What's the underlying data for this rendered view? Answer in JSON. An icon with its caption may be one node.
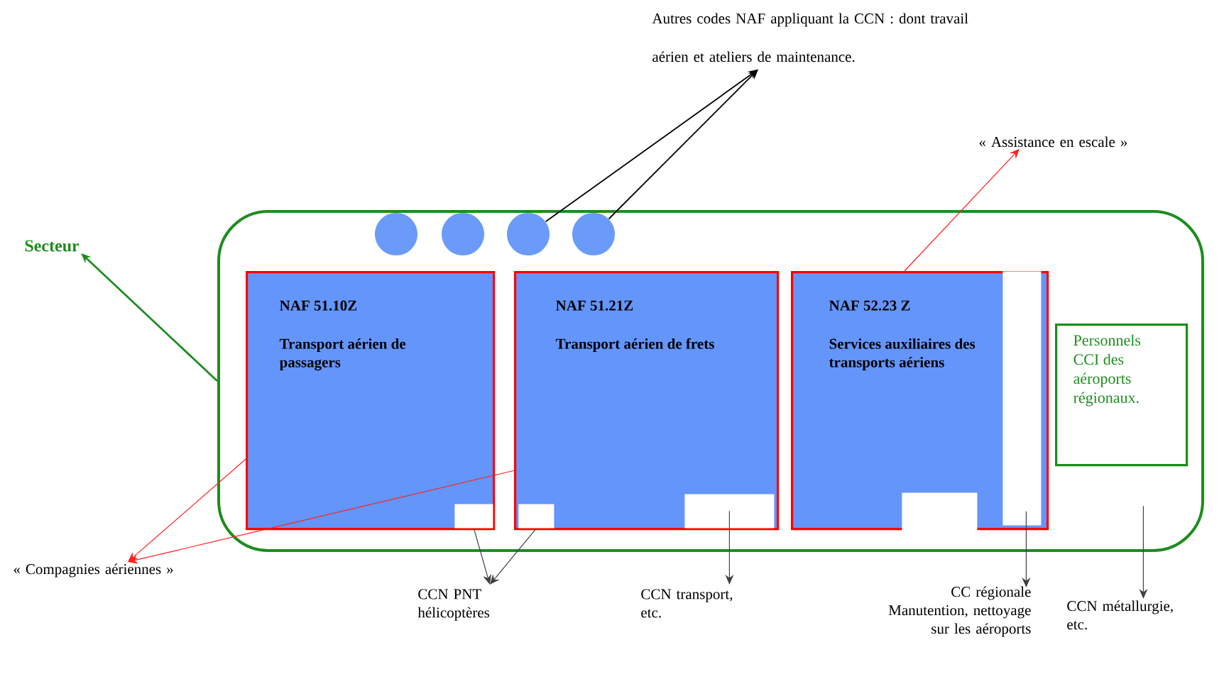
{
  "diagram": {
    "nodes": [
      {
        "text": [],
        "shape": "box"
      },
      {
        "text": [
          "Secteur"
        ]
      },
      {
        "text": [
          "NAF 51.10Z",
          "Transport aérien de passagers"
        ],
        "in": 0
      },
      {
        "text": [
          "NAF 51.21Z",
          "Transport aérien de frets"
        ],
        "in": 0
      },
      {
        "text": [
          "NAF 52.23 Z",
          "Services auxiliaires des transports aériens"
        ],
        "in": 0
      },
      {
        "text": [
          "Personnels CCI des aéroports régionaux."
        ],
        "in": 0
      },
      {
        "text": [],
        "shape": "circle",
        "in": 0
      },
      {
        "text": [],
        "shape": "circle",
        "in": 0
      },
      {
        "text": [],
        "shape": "circle",
        "in": 0
      },
      {
        "text": [],
        "shape": "circle",
        "in": 0
      },
      {
        "text": [],
        "shape": "box",
        "in": 2
      },
      {
        "text": [],
        "shape": "box",
        "in": 3
      },
      {
        "text": [],
        "shape": "box",
        "in": 3
      },
      {
        "text": [],
        "shape": "box",
        "in": 4
      },
      {
        "text": [],
        "shape": "bar",
        "in": 4
      },
      {
        "text": [
          "Autres codes NAF appliquant la CCN : dont travail aérien et ateliers de maintenance."
        ]
      },
      {
        "text": [
          "« Assistance en escale »"
        ]
      },
      {
        "text": [
          "« Compagnies aériennes »"
        ]
      },
      {
        "text": [
          "CCN PNT hélicoptères"
        ]
      },
      {
        "text": [
          "CCN transport, etc."
        ]
      },
      {
        "text": [
          "CC régionale Manutention, nettoyage sur les aéroports"
        ]
      },
      {
        "text": [
          "CCN métallurgie, etc."
        ]
      }
    ],
    "edges": [
      {
        "from": 0,
        "to": 1,
        "arrow": "to",
        "color": "#1e8c1e"
      },
      {
        "from": 8,
        "to": 15,
        "arrow": "to"
      },
      {
        "from": 9,
        "to": 15,
        "arrow": "to"
      },
      {
        "from": 4,
        "to": 16,
        "arrow": "to",
        "color": "#ff2020"
      },
      {
        "from": 2,
        "to": 17,
        "arrow": "to",
        "color": "#ff2020"
      },
      {
        "from": 3,
        "to": 17,
        "arrow": "to",
        "color": "#ff2020"
      },
      {
        "from": 10,
        "to": 18,
        "arrow": "to"
      },
      {
        "from": 11,
        "to": 18,
        "arrow": "to"
      },
      {
        "from": 12,
        "to": 19,
        "arrow": "to"
      },
      {
        "from": 14,
        "to": 20,
        "arrow": "to"
      },
      {
        "from": 5,
        "to": 21,
        "arrow": "to"
      }
    ]
  }
}
